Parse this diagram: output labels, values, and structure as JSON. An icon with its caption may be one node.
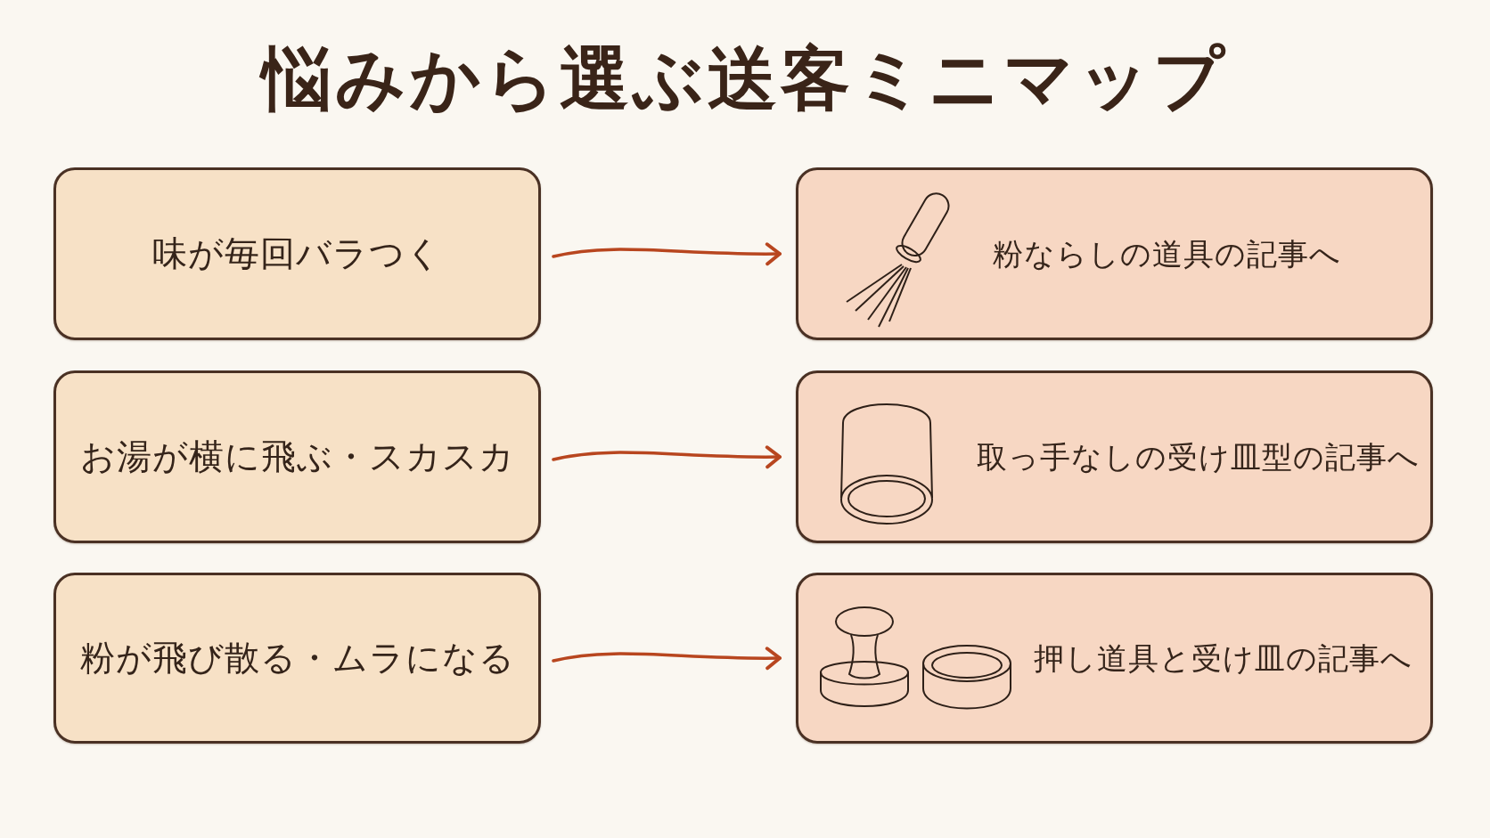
{
  "diagram": {
    "title": "悩みから選ぶ送客ミニマップ",
    "nodes": [
      {
        "text": [
          "味が毎回バラつく"
        ]
      },
      {
        "text": [
          "粉ならしの道具の記事へ"
        ]
      },
      {
        "text": [
          "お湯が横に飛ぶ・スカスカ"
        ]
      },
      {
        "text": [
          "取っ手なしの受け皿型の記事へ"
        ]
      },
      {
        "text": [
          "粉が飛び散る・ムラになる"
        ]
      },
      {
        "text": [
          "押し道具と受け皿の記事へ"
        ]
      }
    ],
    "edges": [
      {
        "from": 0,
        "to": 1,
        "arrow": "to"
      },
      {
        "from": 2,
        "to": 3,
        "arrow": "to"
      },
      {
        "from": 4,
        "to": 5,
        "arrow": "to"
      }
    ]
  }
}
